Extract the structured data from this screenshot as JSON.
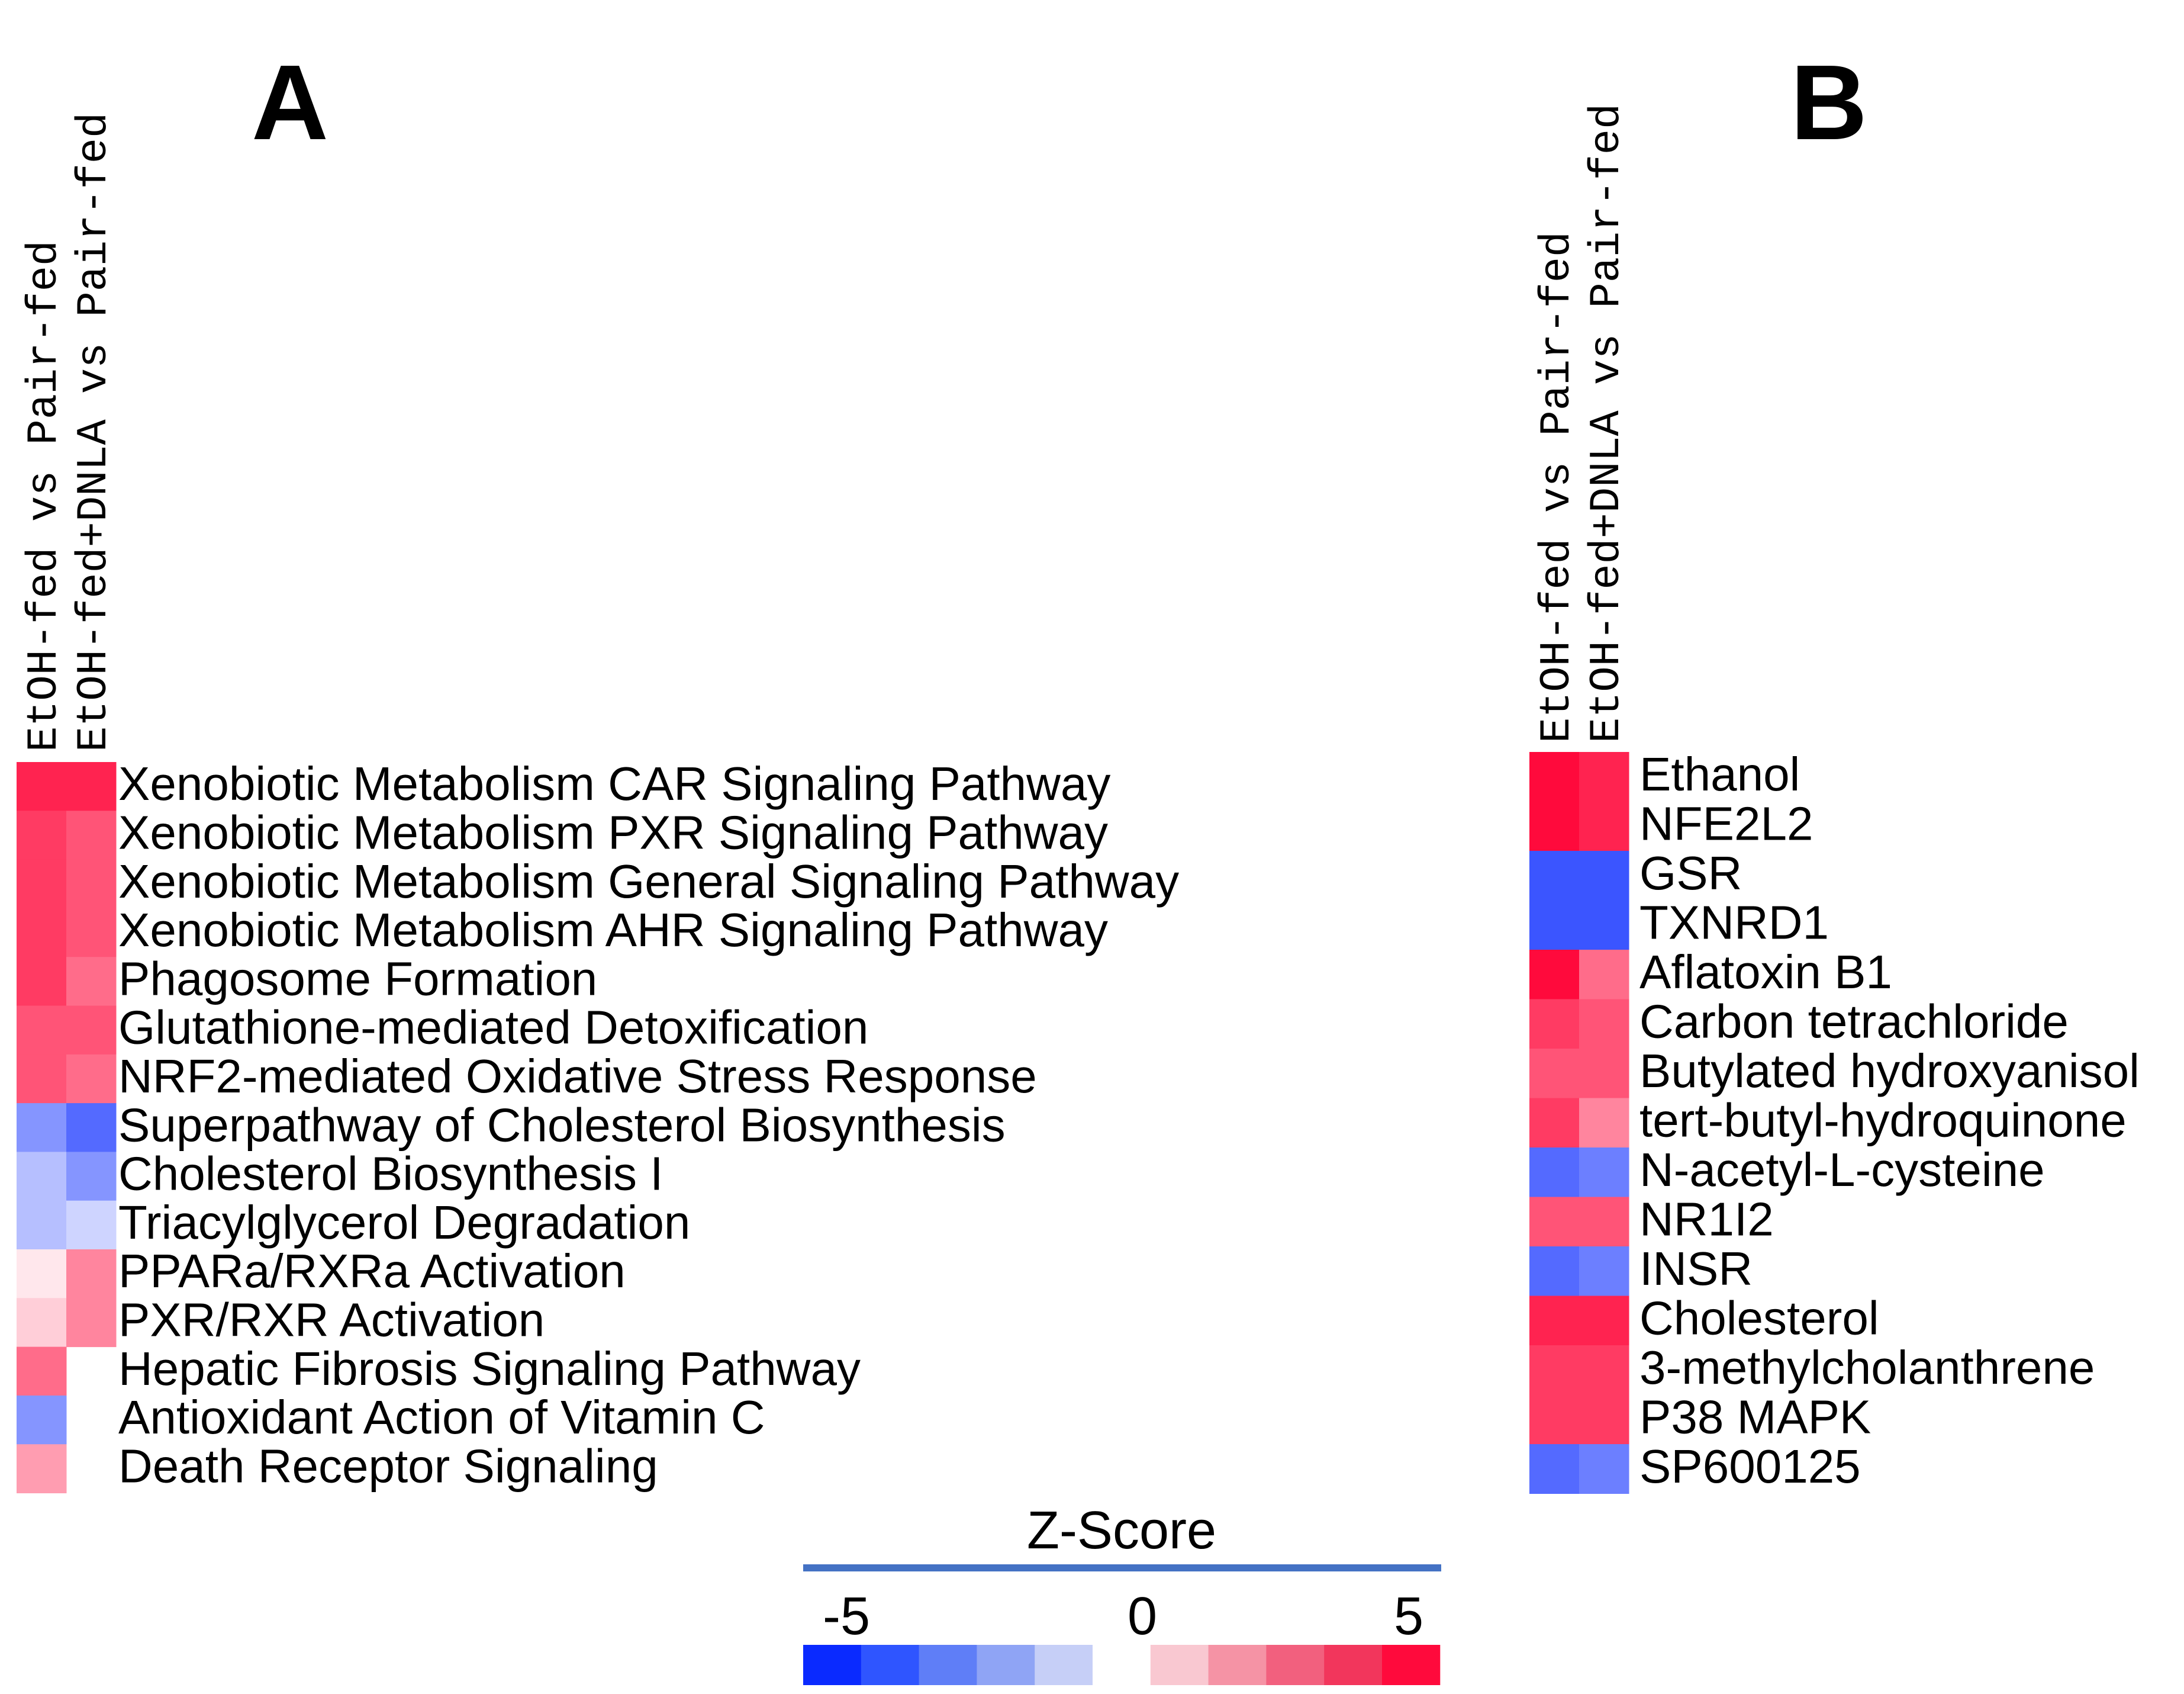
{
  "chart_data": [
    {
      "type": "heatmap",
      "panel": "A",
      "columns": [
        "EtOH-fed vs Pair-fed",
        "EtOH-fed+DNLA vs Pair-fed"
      ],
      "rows": [
        {
          "label": "Xenobiotic Metabolism CAR Signaling Pathway",
          "values": [
            4.5,
            4.5
          ]
        },
        {
          "label": "Xenobiotic Metabolism PXR Signaling Pathway",
          "values": [
            4.0,
            3.5
          ]
        },
        {
          "label": "Xenobiotic Metabolism General Signaling Pathway",
          "values": [
            4.0,
            3.5
          ]
        },
        {
          "label": "Xenobiotic Metabolism AHR Signaling Pathway",
          "values": [
            4.0,
            3.5
          ]
        },
        {
          "label": "Phagosome Formation",
          "values": [
            4.0,
            3.0
          ]
        },
        {
          "label": "Glutathione-mediated Detoxification",
          "values": [
            3.5,
            3.5
          ]
        },
        {
          "label": "NRF2-mediated Oxidative Stress Response",
          "values": [
            3.5,
            3.0
          ]
        },
        {
          "label": "Superpathway of Cholesterol Biosynthesis",
          "values": [
            -2.5,
            -3.5
          ]
        },
        {
          "label": "Cholesterol Biosynthesis I",
          "values": [
            -1.5,
            -2.5
          ]
        },
        {
          "label": "Triacylglycerol Degradation",
          "values": [
            -1.5,
            -1.0
          ]
        },
        {
          "label": "PPARa/RXRa Activation",
          "values": [
            0.5,
            2.5
          ]
        },
        {
          "label": "PXR/RXR Activation",
          "values": [
            1.0,
            2.5
          ]
        },
        {
          "label": "Hepatic Fibrosis Signaling Pathway",
          "values": [
            3.0,
            null
          ]
        },
        {
          "label": "Antioxidant Action of Vitamin C",
          "values": [
            -2.5,
            null
          ]
        },
        {
          "label": "Death Receptor Signaling",
          "values": [
            2.0,
            null
          ]
        }
      ]
    },
    {
      "type": "heatmap",
      "panel": "B",
      "columns": [
        "EtOH-fed vs Pair-fed",
        "EtOH-fed+DNLA vs Pair-fed"
      ],
      "rows": [
        {
          "label": "Ethanol",
          "values": [
            5.0,
            4.5
          ]
        },
        {
          "label": "NFE2L2",
          "values": [
            5.0,
            4.5
          ]
        },
        {
          "label": "GSR",
          "values": [
            -4.0,
            -4.0
          ]
        },
        {
          "label": "TXNRD1",
          "values": [
            -4.0,
            -4.0
          ]
        },
        {
          "label": "Aflatoxin B1",
          "values": [
            5.0,
            3.0
          ]
        },
        {
          "label": "Carbon tetrachloride",
          "values": [
            4.0,
            3.5
          ]
        },
        {
          "label": "Butylated hydroxyanisol",
          "values": [
            3.5,
            3.5
          ]
        },
        {
          "label": "tert-butyl-hydroquinone",
          "values": [
            4.0,
            2.5
          ]
        },
        {
          "label": "N-acetyl-L-cysteine",
          "values": [
            -3.5,
            -3.0
          ]
        },
        {
          "label": "NR1I2",
          "values": [
            3.5,
            3.5
          ]
        },
        {
          "label": "INSR",
          "values": [
            -3.5,
            -3.0
          ]
        },
        {
          "label": "Cholesterol",
          "values": [
            4.5,
            4.5
          ]
        },
        {
          "label": "3-methylcholanthrene",
          "values": [
            4.0,
            4.0
          ]
        },
        {
          "label": "P38 MAPK",
          "values": [
            4.0,
            4.0
          ]
        },
        {
          "label": "SP600125",
          "values": [
            -3.5,
            -3.0
          ]
        }
      ]
    }
  ],
  "legend": {
    "title": "Z-Score",
    "ticks": [
      "-5",
      "0",
      "5"
    ],
    "range": [
      -5,
      5
    ],
    "swatches": [
      "#0a2aff",
      "#2f55ff",
      "#5f7ef7",
      "#8fa4f5",
      "#c6cff7",
      "#ffffff",
      "#f9c8d1",
      "#f593a5",
      "#f2607e",
      "#f2365c",
      "#ff0a3c"
    ]
  },
  "colors": {
    "negative_max": "#0a2aff",
    "positive_max": "#ff0a3c",
    "neutral": "#ffffff",
    "legend_bar": "#4472c4"
  }
}
